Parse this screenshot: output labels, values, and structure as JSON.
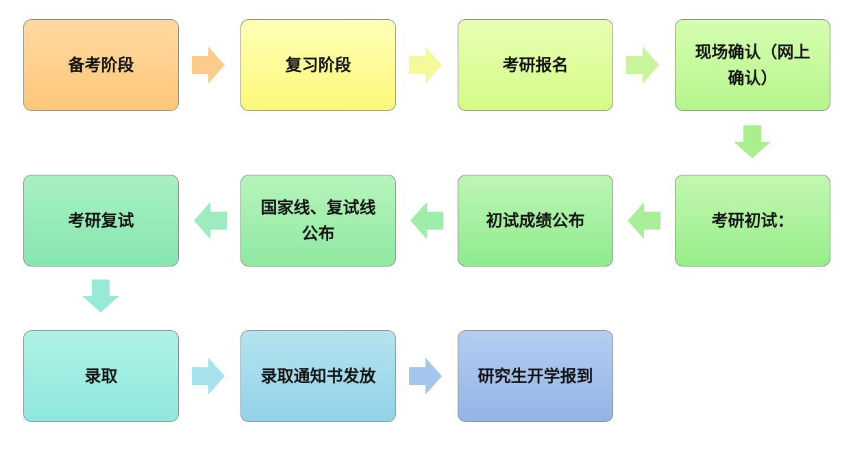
{
  "diagram": {
    "steps": [
      {
        "id": "b1",
        "lines": [
          "备考阶段"
        ]
      },
      {
        "id": "b2",
        "lines": [
          "复习阶段"
        ]
      },
      {
        "id": "b3",
        "lines": [
          "考研报名"
        ]
      },
      {
        "id": "b4",
        "lines": [
          "现场确认（网上",
          "确认）"
        ]
      },
      {
        "id": "b5",
        "lines": [
          "考研初试："
        ]
      },
      {
        "id": "b6",
        "lines": [
          "初试成绩公布"
        ]
      },
      {
        "id": "b7",
        "lines": [
          "国家线、复试线",
          "公布"
        ]
      },
      {
        "id": "b8",
        "lines": [
          "考研复试"
        ]
      },
      {
        "id": "b9",
        "lines": [
          "录取"
        ]
      },
      {
        "id": "b10",
        "lines": [
          "录取通知书发放"
        ]
      },
      {
        "id": "b11",
        "lines": [
          "研究生开学报到"
        ]
      }
    ]
  },
  "colors": {
    "box_border": "#8a8a8a",
    "arrow_1": "#fdcc8a",
    "arrow_2": "#f4f99a",
    "arrow_3": "#c9f59a",
    "arrow_4": "#a9ef8e",
    "arrow_5": "#a9ef9a",
    "arrow_6": "#9fedaa",
    "arrow_7": "#9cecc0",
    "arrow_8": "#98e9d8",
    "arrow_9": "#a6e2ec",
    "arrow_10": "#a5c6ec"
  }
}
